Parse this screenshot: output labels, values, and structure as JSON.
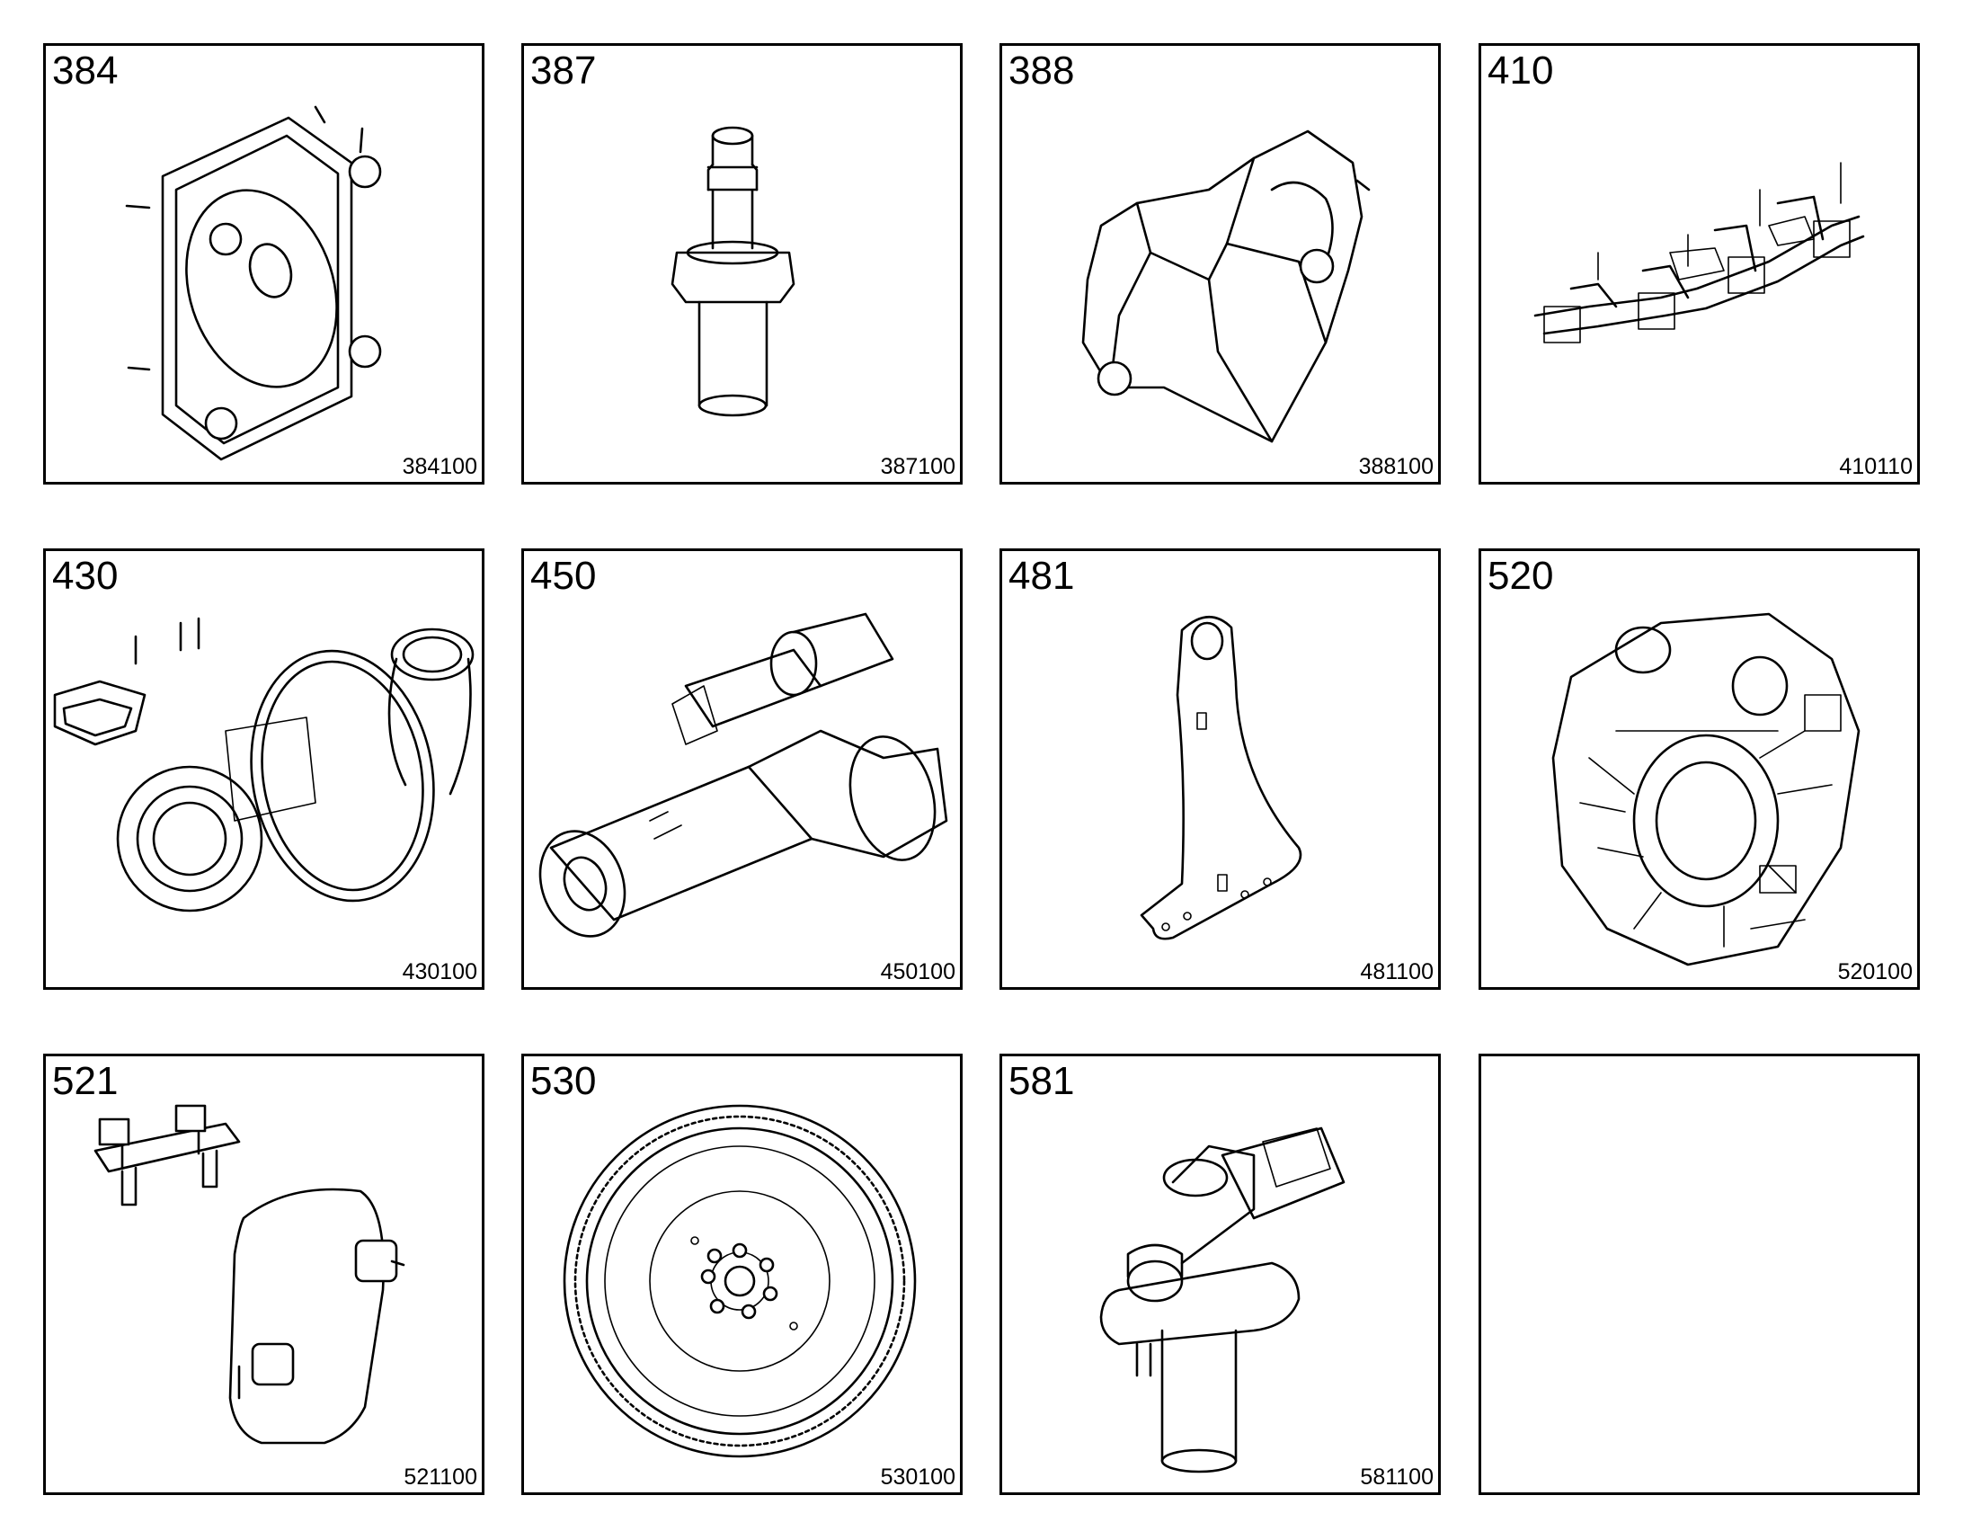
{
  "parts": [
    {
      "number": "384",
      "code": "384100",
      "icon": "cover-plate-icon"
    },
    {
      "number": "387",
      "code": "387100",
      "icon": "hose-connector-icon"
    },
    {
      "number": "388",
      "code": "388100",
      "icon": "pump-housing-icon"
    },
    {
      "number": "410",
      "code": "410110",
      "icon": "exhaust-manifold-icon"
    },
    {
      "number": "430",
      "code": "430100",
      "icon": "turbocharger-icon"
    },
    {
      "number": "450",
      "code": "450100",
      "icon": "starter-motor-icon"
    },
    {
      "number": "481",
      "code": "481100",
      "icon": "lifting-bracket-icon"
    },
    {
      "number": "520",
      "code": "520100",
      "icon": "flywheel-housing-icon"
    },
    {
      "number": "521",
      "code": "521100",
      "icon": "cover-bolts-icon"
    },
    {
      "number": "530",
      "code": "530100",
      "icon": "flywheel-icon"
    },
    {
      "number": "581",
      "code": "581100",
      "icon": "speed-sensor-icon"
    }
  ]
}
